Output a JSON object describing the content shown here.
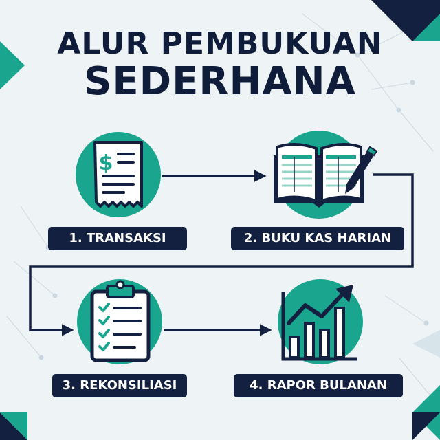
{
  "title": {
    "line1": "ALUR PEMBUKUAN",
    "line2": "SEDERHANA"
  },
  "steps": [
    {
      "label": "1. TRANSAKSI",
      "icon": "receipt-dollar-icon"
    },
    {
      "label": "2. BUKU KAS HARIAN",
      "icon": "open-ledger-book-pen-icon"
    },
    {
      "label": "3. REKONSILIASI",
      "icon": "clipboard-checklist-icon"
    },
    {
      "label": "4. RAPOR BULANAN",
      "icon": "rising-bar-chart-icon"
    }
  ],
  "colors": {
    "navy": "#13203f",
    "teal": "#1aa58f",
    "background": "#eef3f6",
    "white": "#ffffff"
  }
}
